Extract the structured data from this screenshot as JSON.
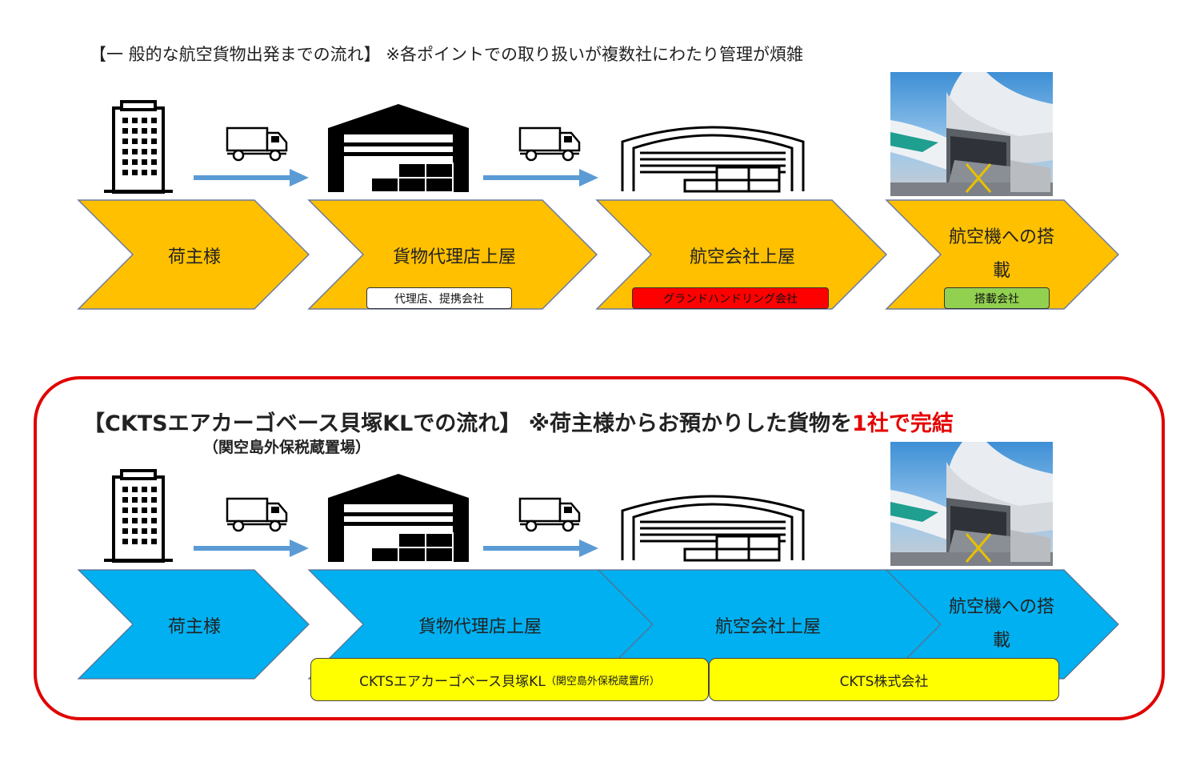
{
  "section1": {
    "title": "【一 般的な航空貨物出発までの流れ】 ※各ポイントでの取り扱いが複数社にわたり管理が煩雑",
    "stages": [
      "荷主様",
      "貨物代理店上屋",
      "航空会社上屋",
      "航空機への搭載"
    ],
    "tags": [
      {
        "label": "代理店、提携会社",
        "color": "#ffffff"
      },
      {
        "label": "グランドハンドリング会社",
        "color": "#ff0000"
      },
      {
        "label": "搭載会社",
        "color": "#92d050"
      }
    ],
    "chevron_color": "#ffc000"
  },
  "section2": {
    "title_main": "【CKTSエアカーゴベース貝塚KLでの流れ】 ※荷主様からお預かりした貨物を",
    "title_highlight": "1社で完結",
    "subtitle": "（関空島外保税蔵置場）",
    "stages": [
      "荷主様",
      "貨物代理店上屋",
      "航空会社上屋",
      "航空機への搭載"
    ],
    "box1_main": "CKTSエアカーゴベース貝塚KL",
    "box1_sub": "（関空島外保税蔵置所）",
    "box2": "CKTS株式会社",
    "chevron_color": "#00b0f0",
    "frame_color": "#e00000",
    "box_color": "#ffff00"
  },
  "icons": [
    "office-building-icon",
    "delivery-truck-icon",
    "warehouse-icon",
    "hangar-icon",
    "cargo-airplane-photo"
  ]
}
